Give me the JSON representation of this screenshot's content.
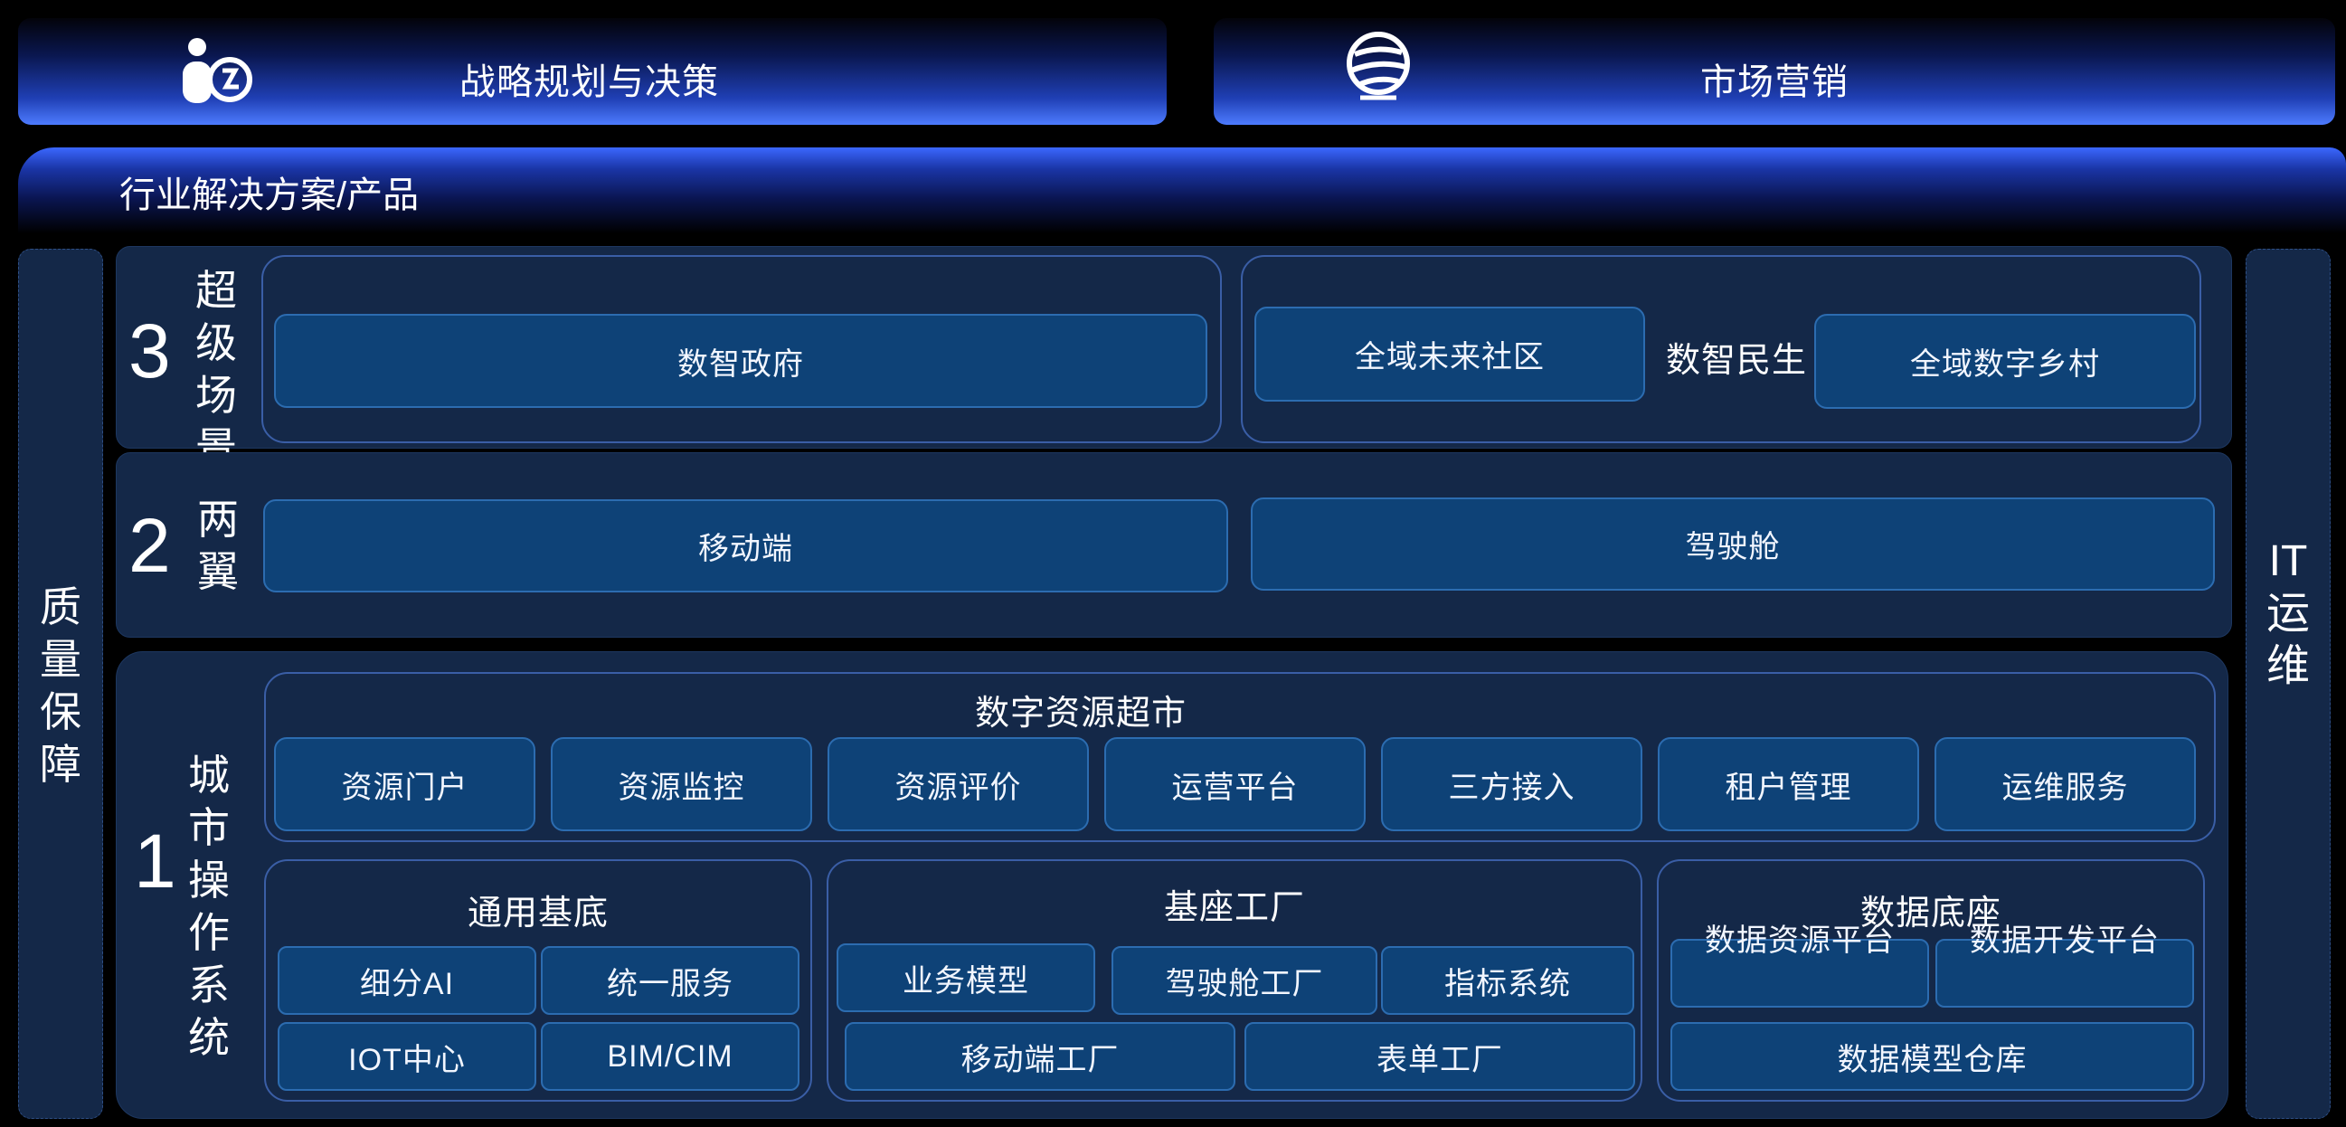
{
  "top": {
    "left_title": "战略规划与决策",
    "right_title": "市场营销",
    "strip_title": "行业解决方案/产品"
  },
  "side": {
    "left": "质量保障",
    "right_line1": "IT",
    "right_line2": "运维"
  },
  "layer3": {
    "number": "3",
    "label": "超级场景",
    "gov": "数智政府",
    "community": "全域未来社区",
    "livelihood": "数智民生",
    "village": "全域数字乡村"
  },
  "layer2": {
    "number": "2",
    "label": "两翼",
    "mobile": "移动端",
    "cockpit": "驾驶舱"
  },
  "layer1": {
    "number": "1",
    "label": "城市操作系统",
    "market": {
      "title": "数字资源超市",
      "items": [
        "资源门户",
        "资源监控",
        "资源评价",
        "运营平台",
        "三方接入",
        "租户管理",
        "运维服务"
      ]
    },
    "base": {
      "title": "通用基底",
      "items": [
        "细分AI",
        "统一服务",
        "IOT中心",
        "BIM/CIM"
      ]
    },
    "factory": {
      "title": "基座工厂",
      "items": [
        "业务模型",
        "驾驶舱工厂",
        "指标系统",
        "移动端工厂",
        "表单工厂"
      ]
    },
    "data": {
      "title": "数据底座",
      "items": [
        "数据资源平台",
        "数据开发平台",
        "数据模型仓库"
      ]
    }
  },
  "colors": {
    "panel": "#142848",
    "box": "#0e4277",
    "box_border": "#2c6cb0",
    "group_border": "#3a5ea6",
    "banner_accent": "#4d7bff"
  },
  "icons": [
    "user-info-icon",
    "globe-icon"
  ]
}
